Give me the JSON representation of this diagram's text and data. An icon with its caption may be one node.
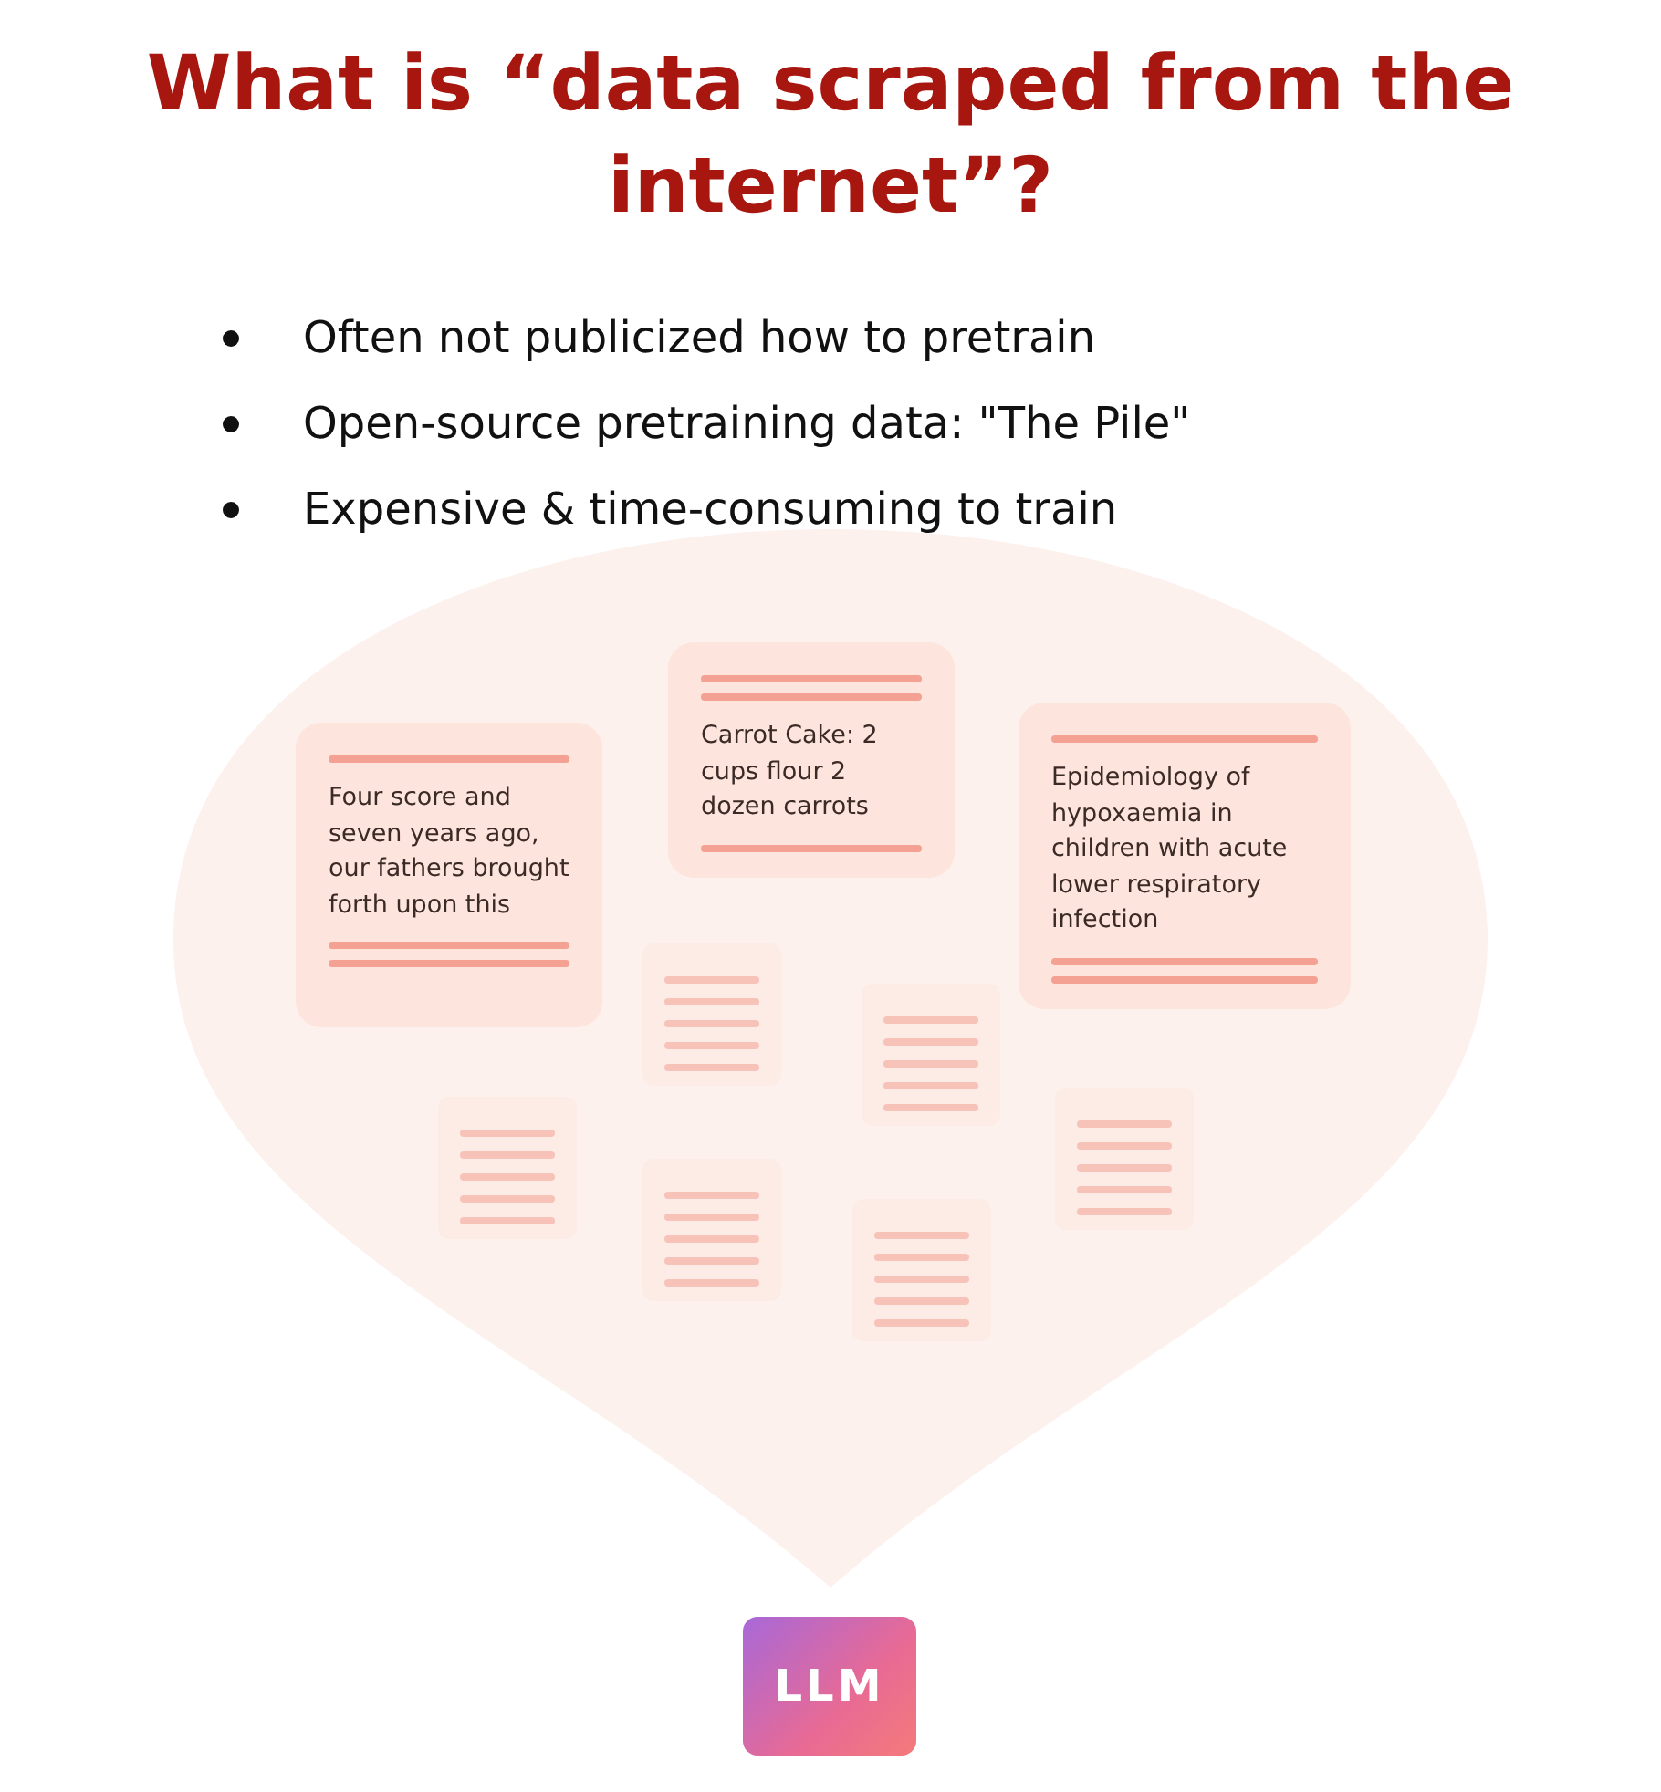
{
  "diagram": {
    "title": "What is “data scraped from the internet”?",
    "nodes": [
      {
        "text": [],
        "shape": "drop"
      },
      {
        "text": [
          "Four score and seven years ago, our fathers brought forth upon this"
        ],
        "in": 0
      },
      {
        "text": [
          "Carrot Cake: 2 cups flour 2 dozen carrots"
        ],
        "in": 0
      },
      {
        "text": [
          "Epidemiology of hypoxaemia in children with acute lower respiratory infection"
        ],
        "in": 0
      },
      {
        "text": [],
        "shape": "box",
        "in": 0
      },
      {
        "text": [],
        "shape": "box",
        "in": 0
      },
      {
        "text": [],
        "shape": "box",
        "in": 0
      },
      {
        "text": [],
        "shape": "box",
        "in": 0
      },
      {
        "text": [],
        "shape": "box",
        "in": 0
      },
      {
        "text": [],
        "shape": "box",
        "in": 0
      },
      {
        "text": [
          "LLM"
        ]
      }
    ],
    "labels": [
      "Often not publicized how to pretrain",
      "Open-source pretraining data: \"The Pile\"",
      "Expensive & time-consuming to train"
    ]
  }
}
